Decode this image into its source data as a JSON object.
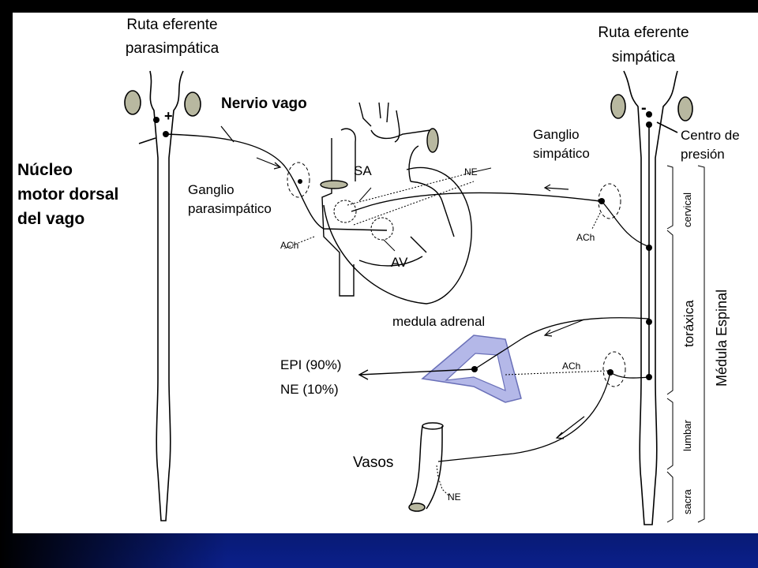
{
  "labels": {
    "ruta_para_1": "Ruta eferente",
    "ruta_para_2": "parasimpática",
    "ruta_simp_1": "Ruta eferente",
    "ruta_simp_2": "simpática",
    "nervio_vago": "Nervio vago",
    "nucleo_1": "Núcleo",
    "nucleo_2": "motor dorsal",
    "nucleo_3": "del vago",
    "ganglio_para_1": "Ganglio",
    "ganglio_para_2": "parasimpático",
    "ach_1": "ACh",
    "sa": "SA",
    "av": "AV",
    "ne_heart": "NE",
    "ganglio_simp_1": "Ganglio",
    "ganglio_simp_2": "simpático",
    "ach_2": "ACh",
    "centro_1": "Centro de",
    "centro_2": "presión",
    "plus": "+",
    "minus": "-",
    "cervical": "cervical",
    "toraxica": "toráxica",
    "lumbar": "lumbar",
    "sacra": "sacra",
    "medula_espinal": "Médula Espinal",
    "medula_adrenal": "medula adrenal",
    "ach_3": "ACh",
    "epi": "EPI (90%)",
    "ne_pct": "NE (10%)",
    "vasos": "Vasos",
    "ne_vasos": "NE"
  },
  "colors": {
    "structure_fill": "#b8b8a0",
    "adrenal_fill": "#b4b8e8",
    "adrenal_stroke": "#6a70b8",
    "line": "#000000"
  }
}
